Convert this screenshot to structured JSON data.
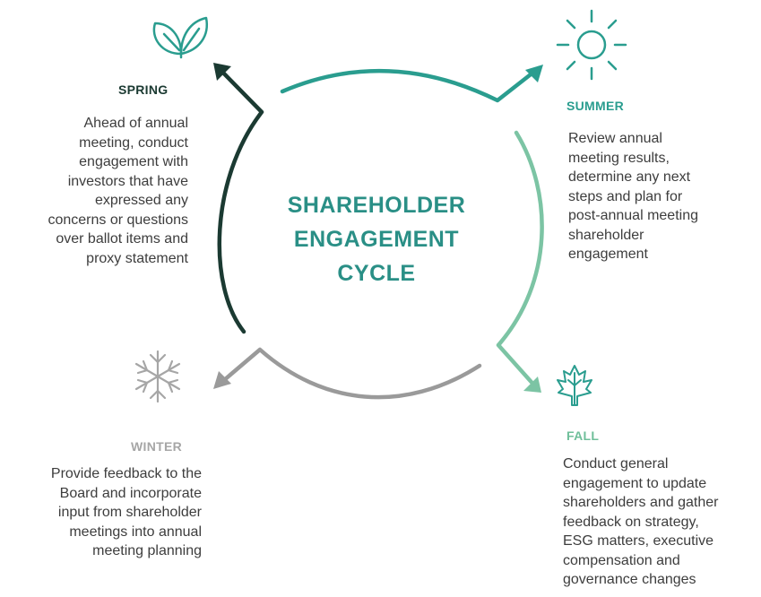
{
  "title": {
    "lines": [
      "SHAREHOLDER",
      "ENGAGEMENT",
      "CYCLE"
    ],
    "color": "#2a8f86"
  },
  "seasons": [
    {
      "id": "spring",
      "name": "SPRING",
      "icon": "leaf-icon",
      "name_color": "#1b3a32",
      "arc_color": "#1b3a32",
      "description_lines": [
        "Ahead of annual",
        "meeting, conduct",
        "engagement with",
        "investors that have",
        "expressed any",
        "concerns or questions",
        "over ballot items and",
        "proxy statement"
      ]
    },
    {
      "id": "summer",
      "name": "SUMMER",
      "icon": "sun-icon",
      "name_color": "#2a9d8f",
      "arc_color": "#2a9d8f",
      "description_lines": [
        "Review annual",
        "meeting results,",
        "determine any next",
        "steps and plan for",
        "post-annual meeting",
        "shareholder",
        "engagement"
      ]
    },
    {
      "id": "fall",
      "name": "FALL",
      "icon": "maple-leaf-icon",
      "name_color": "#6fbf9a",
      "arc_color": "#7cc4a4",
      "description_lines": [
        "Conduct general",
        "engagement to update",
        "shareholders and gather",
        "feedback on strategy,",
        "ESG matters, executive",
        "compensation and",
        "governance changes"
      ]
    },
    {
      "id": "winter",
      "name": "WINTER",
      "icon": "snowflake-icon",
      "name_color": "#a6a6a6",
      "arc_color": "#9a9a9a",
      "description_lines": [
        "Provide feedback to the",
        "Board and incorporate",
        "input from shareholder",
        "meetings into annual",
        "meeting planning"
      ]
    }
  ]
}
